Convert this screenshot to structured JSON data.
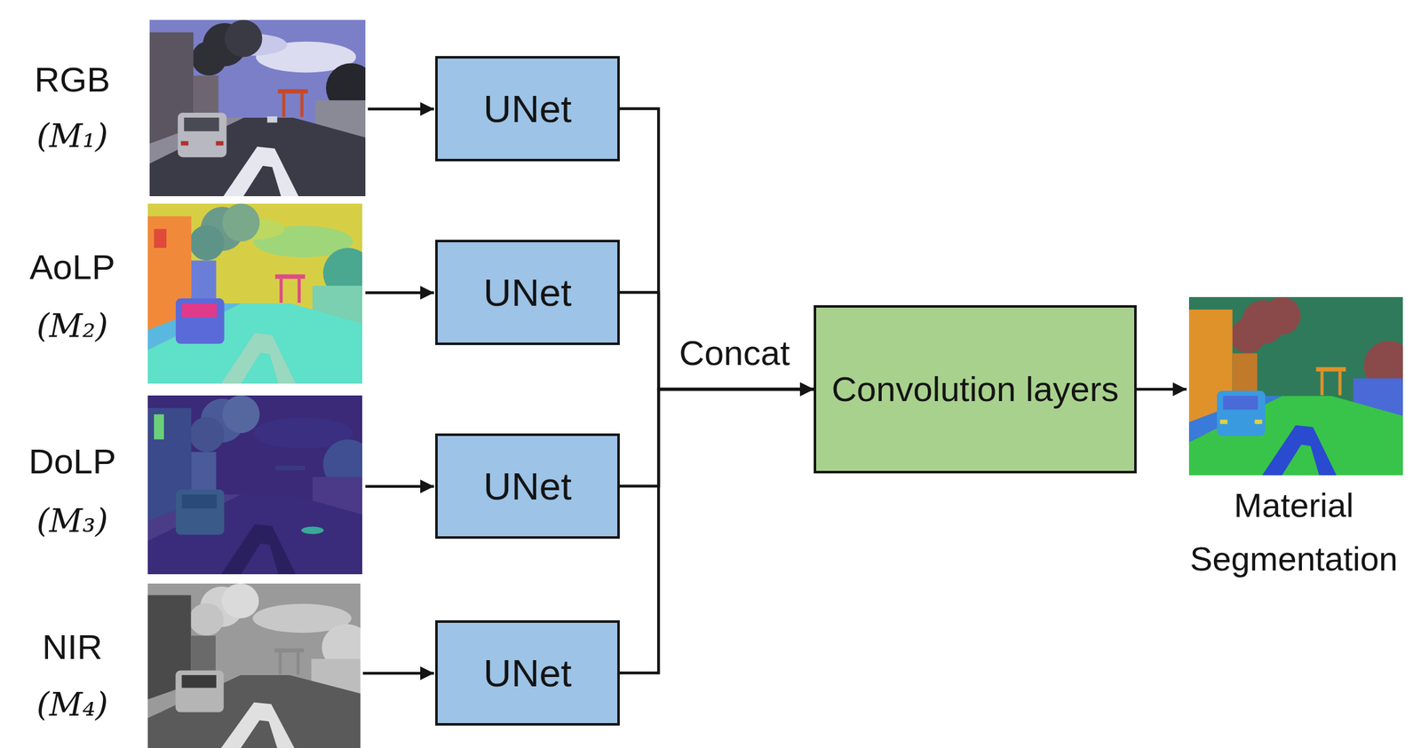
{
  "diagram": {
    "nodes": [
      {
        "text": [
          "UNet"
        ]
      },
      {
        "text": [
          "UNet"
        ]
      },
      {
        "text": [
          "UNet"
        ]
      },
      {
        "text": [
          "UNet"
        ]
      },
      {
        "text": [
          "Convolution layers"
        ]
      }
    ],
    "edges": [
      {
        "from": 0,
        "to": 4,
        "arrow": "to"
      },
      {
        "from": 1,
        "to": 4,
        "arrow": "to"
      },
      {
        "from": 2,
        "to": 4,
        "arrow": "to"
      },
      {
        "from": 3,
        "to": 4,
        "arrow": "to"
      }
    ],
    "labels": [
      "RGB",
      "(M₁)",
      "AoLP",
      "(M₂)",
      "DoLP",
      "(M₃)",
      "NIR",
      "(M₄)",
      "Concat",
      "Material Segmentation"
    ]
  }
}
